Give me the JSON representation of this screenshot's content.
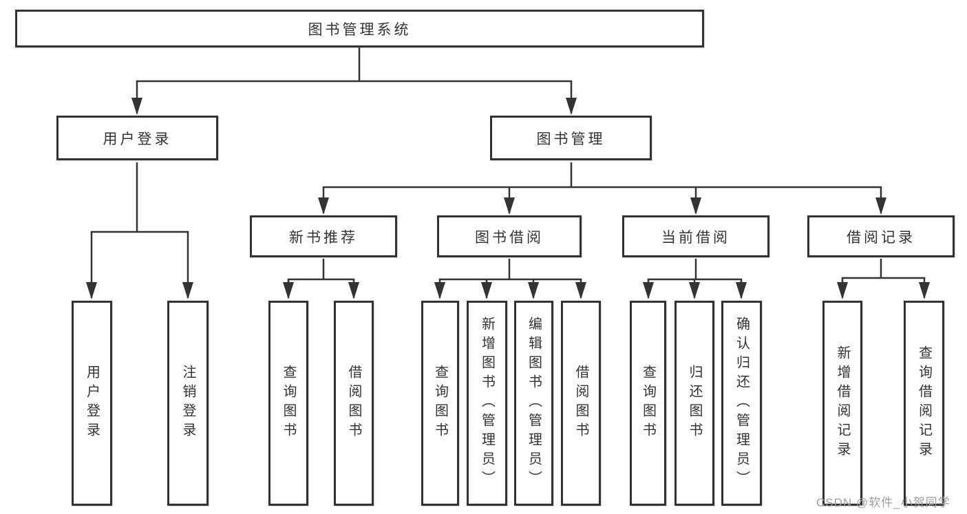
{
  "diagram": {
    "type": "hierarchy-tree",
    "tree": {
      "root": {
        "label": "图书管理系统",
        "children": [
          {
            "label": "用户登录",
            "children": [
              {
                "label": "用户登录"
              },
              {
                "label": "注销登录"
              }
            ]
          },
          {
            "label": "图书管理",
            "children": [
              {
                "label": "新书推荐",
                "children": [
                  {
                    "label": "查询图书"
                  },
                  {
                    "label": "借阅图书"
                  }
                ]
              },
              {
                "label": "图书借阅",
                "children": [
                  {
                    "label": "查询图书"
                  },
                  {
                    "label": "新增图书（管理员）"
                  },
                  {
                    "label": "编辑图书（管理员）"
                  },
                  {
                    "label": "借阅图书"
                  }
                ]
              },
              {
                "label": "当前借阅",
                "children": [
                  {
                    "label": "查询图书"
                  },
                  {
                    "label": "归还图书"
                  },
                  {
                    "label": "确认归还（管理员）"
                  }
                ]
              },
              {
                "label": "借阅记录",
                "children": [
                  {
                    "label": "新增借阅记录"
                  },
                  {
                    "label": "查询借阅记录"
                  }
                ]
              }
            ]
          }
        ]
      }
    },
    "colors": {
      "box_border": "#323232",
      "connector_line": "#333333",
      "text": "#333333",
      "background": "#ffffff"
    }
  },
  "watermark": {
    "text": "CSDN @软件_小贺同学",
    "color": "#9e9e9e"
  }
}
